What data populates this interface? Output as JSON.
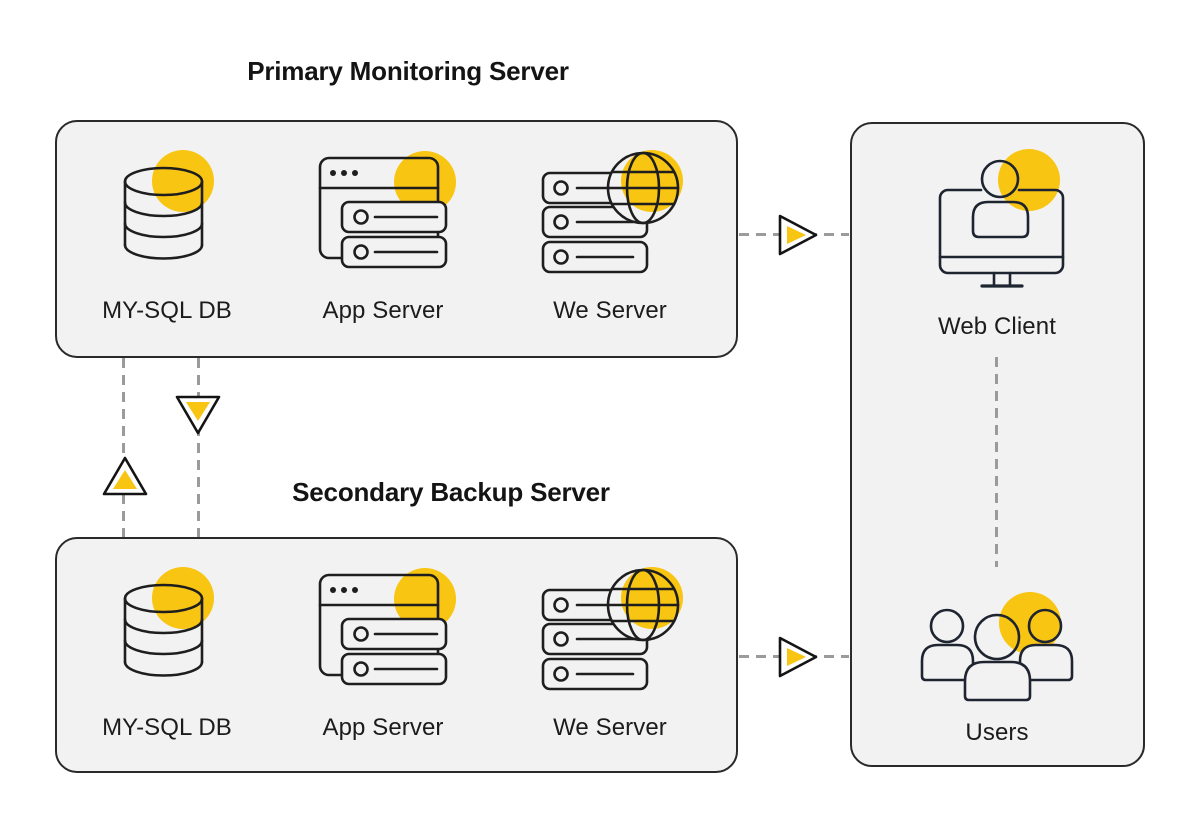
{
  "colors": {
    "accent_yellow": "#F8C513",
    "panel_background": "#F2F2F2",
    "icon_stroke": "#1E1E1E",
    "dashed_line_gray": "#9B9B9B"
  },
  "primary_group": {
    "title": "Primary Monitoring Server",
    "nodes": [
      {
        "label": "MY-SQL DB",
        "icon": "database-icon"
      },
      {
        "label": "App Server",
        "icon": "app-server-icon"
      },
      {
        "label": "We Server",
        "icon": "web-server-icon"
      }
    ]
  },
  "secondary_group": {
    "title": "Secondary Backup Server",
    "nodes": [
      {
        "label": "MY-SQL DB",
        "icon": "database-icon"
      },
      {
        "label": "App Server",
        "icon": "app-server-icon"
      },
      {
        "label": "We Server",
        "icon": "web-server-icon"
      }
    ]
  },
  "client_panel": {
    "web_client": {
      "label": "Web Client",
      "icon": "web-client-icon"
    },
    "users": {
      "label": "Users",
      "icon": "users-icon"
    }
  }
}
